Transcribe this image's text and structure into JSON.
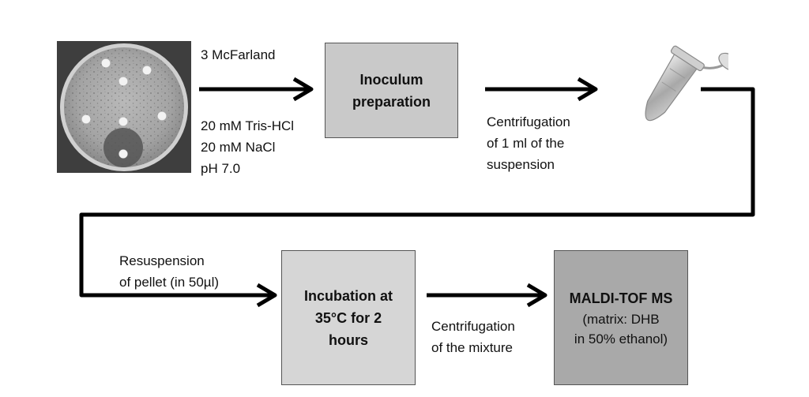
{
  "colors": {
    "box_light": "#c9c9c9",
    "box_lighter": "#d6d6d6",
    "box_dark": "#a9a9a9",
    "arrow": "#000000",
    "plate_bg": "#4a4a4a"
  },
  "icons": {
    "petri_dish": "petri-dish-image",
    "tube": "microcentrifuge-tube-image"
  },
  "step1_conditions": {
    "mcfarland": "3 McFarland",
    "buffer_lines": [
      "20 mM Tris-HCl",
      "20 mM NaCl",
      "pH 7.0"
    ]
  },
  "box_inoculum": {
    "lines": [
      "Inoculum",
      "preparation"
    ]
  },
  "step2_centrifugation": {
    "lines": [
      "Centrifugation",
      "of 1 ml of the",
      "suspension"
    ]
  },
  "step3_resuspension": {
    "lines": [
      "Resuspension",
      "of pellet (in 50µl)"
    ]
  },
  "box_incubation": {
    "lines": [
      "Incubation at",
      "35°C for 2",
      "hours"
    ]
  },
  "step4_centrifugation": {
    "lines": [
      "Centrifugation",
      "of the mixture"
    ]
  },
  "box_maldi": {
    "title": "MALDI-TOF MS",
    "sub_lines": [
      "(matrix: DHB",
      "in 50% ethanol)"
    ]
  }
}
